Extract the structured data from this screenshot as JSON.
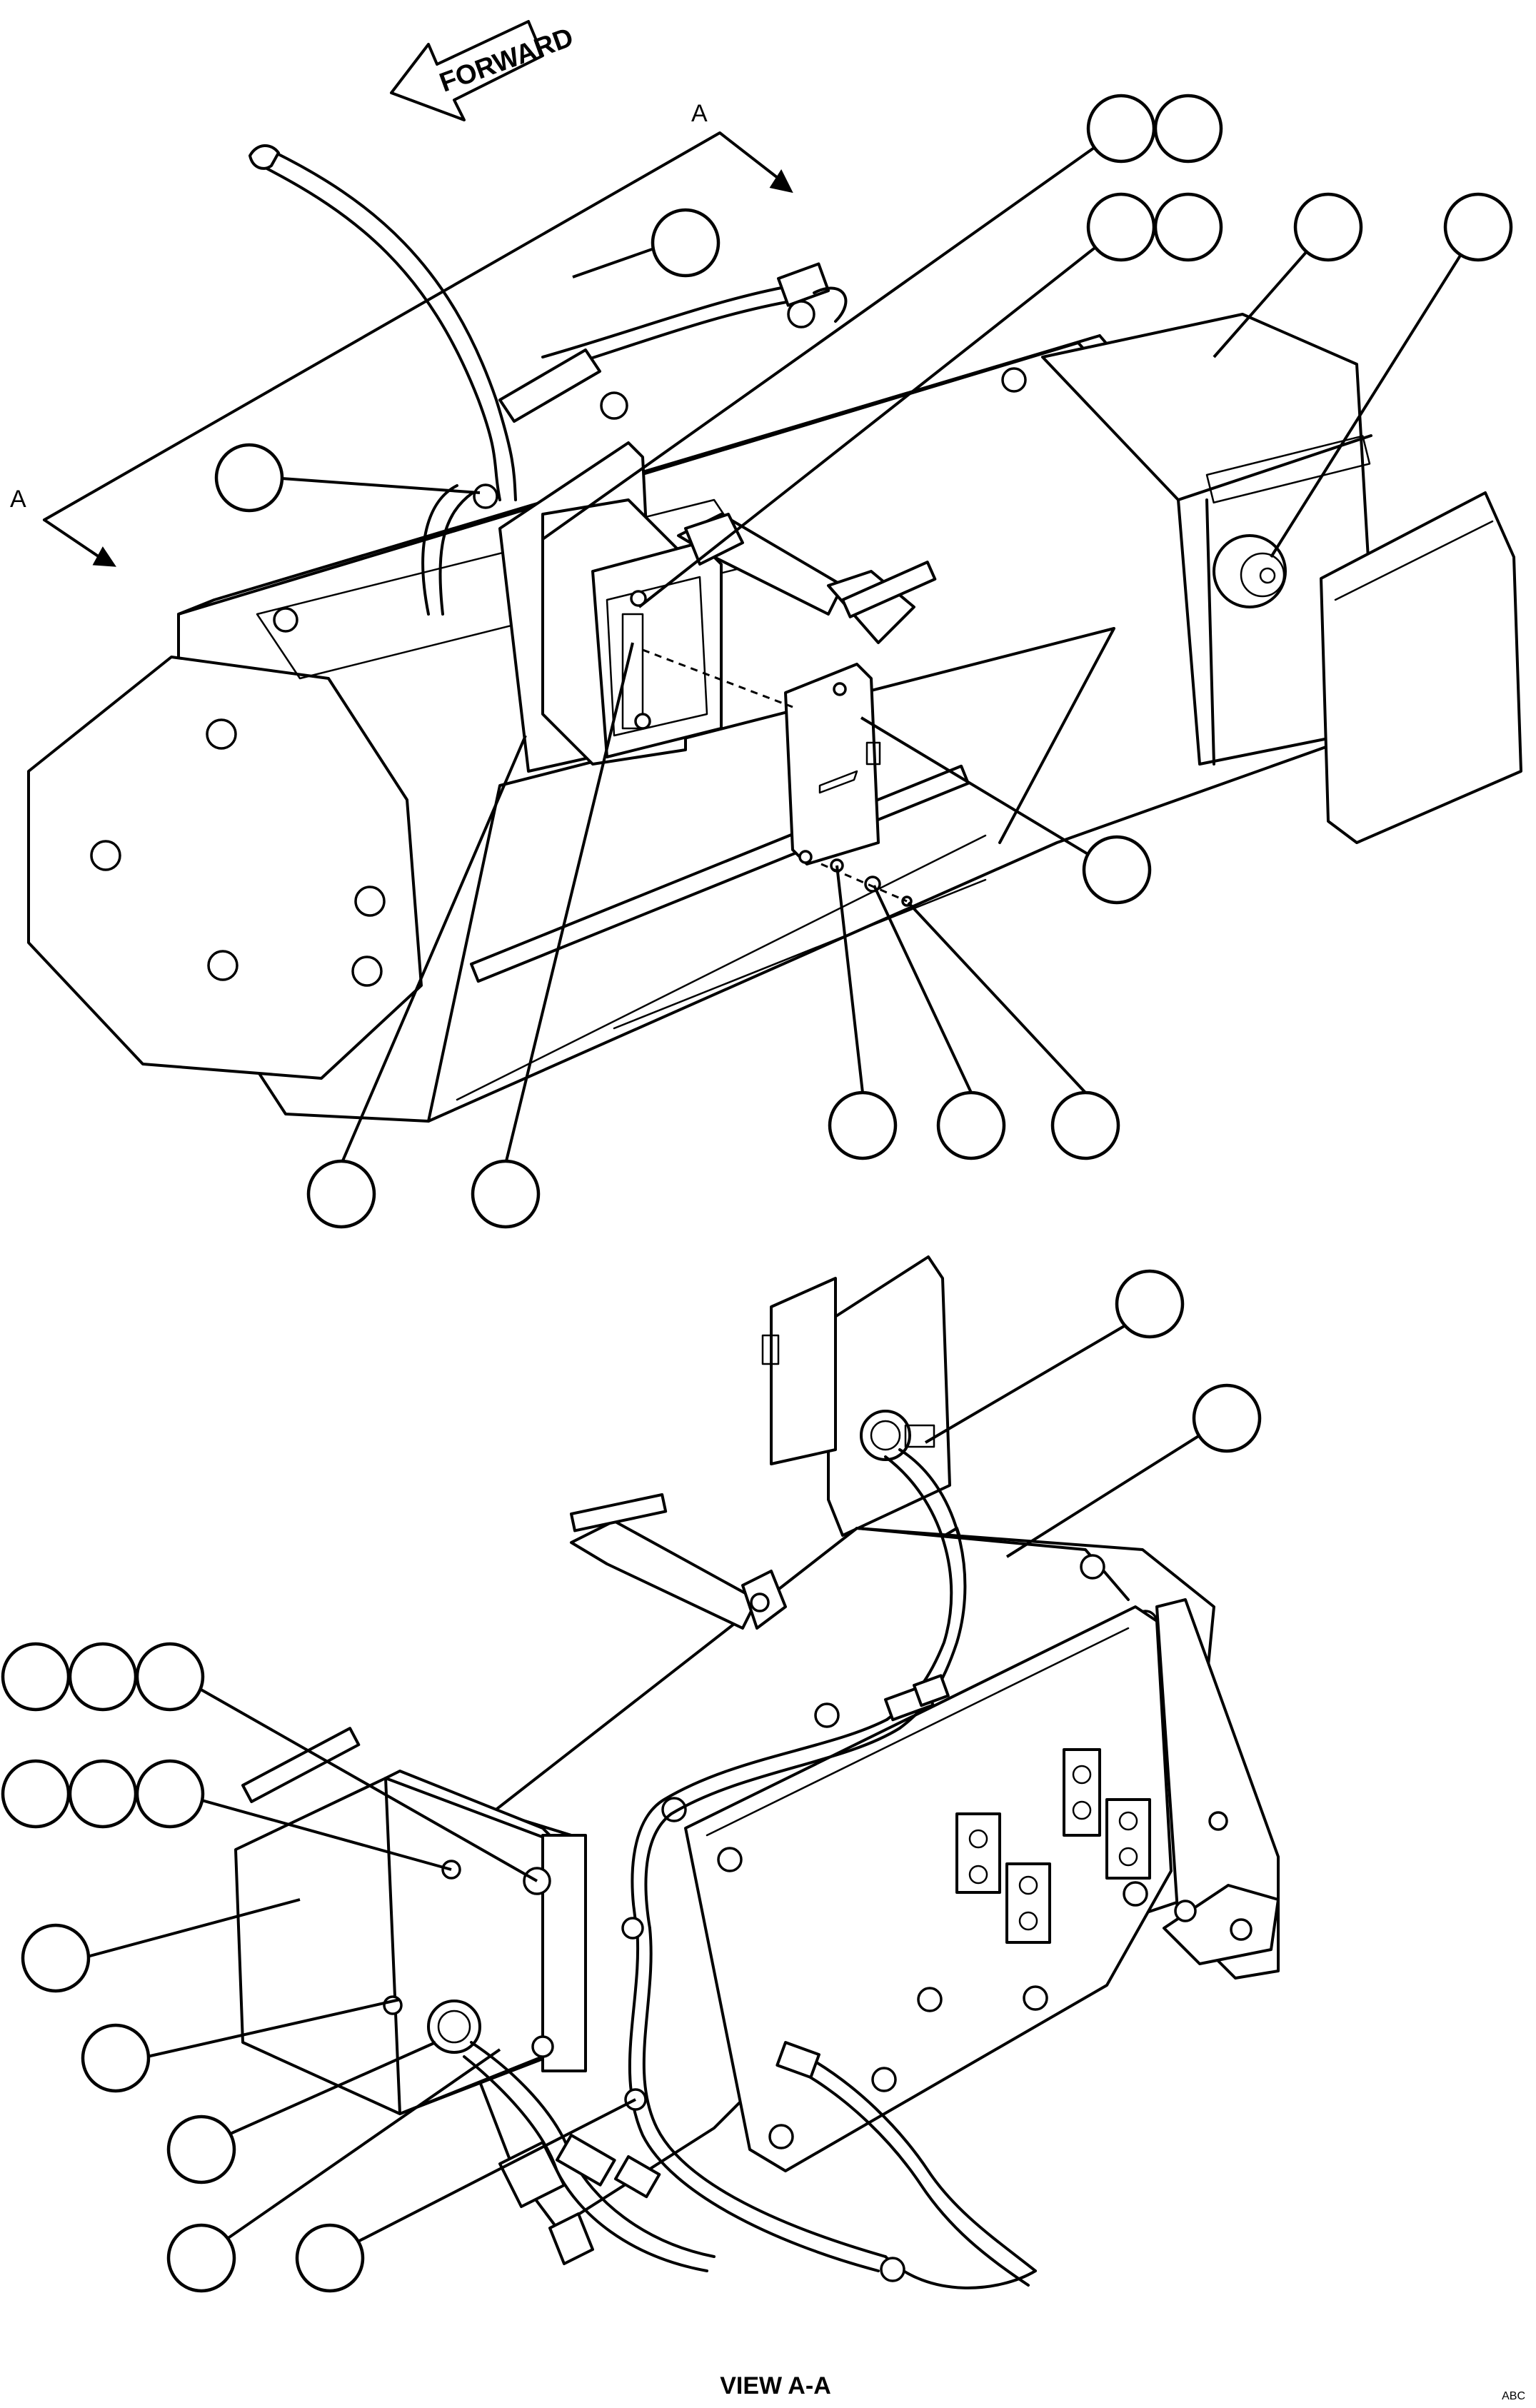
{
  "direction_label": "FORWARD",
  "section_marker_top": "A",
  "section_marker_left": "A",
  "view_caption": "VIEW A-A",
  "sheet_code": "ABC"
}
